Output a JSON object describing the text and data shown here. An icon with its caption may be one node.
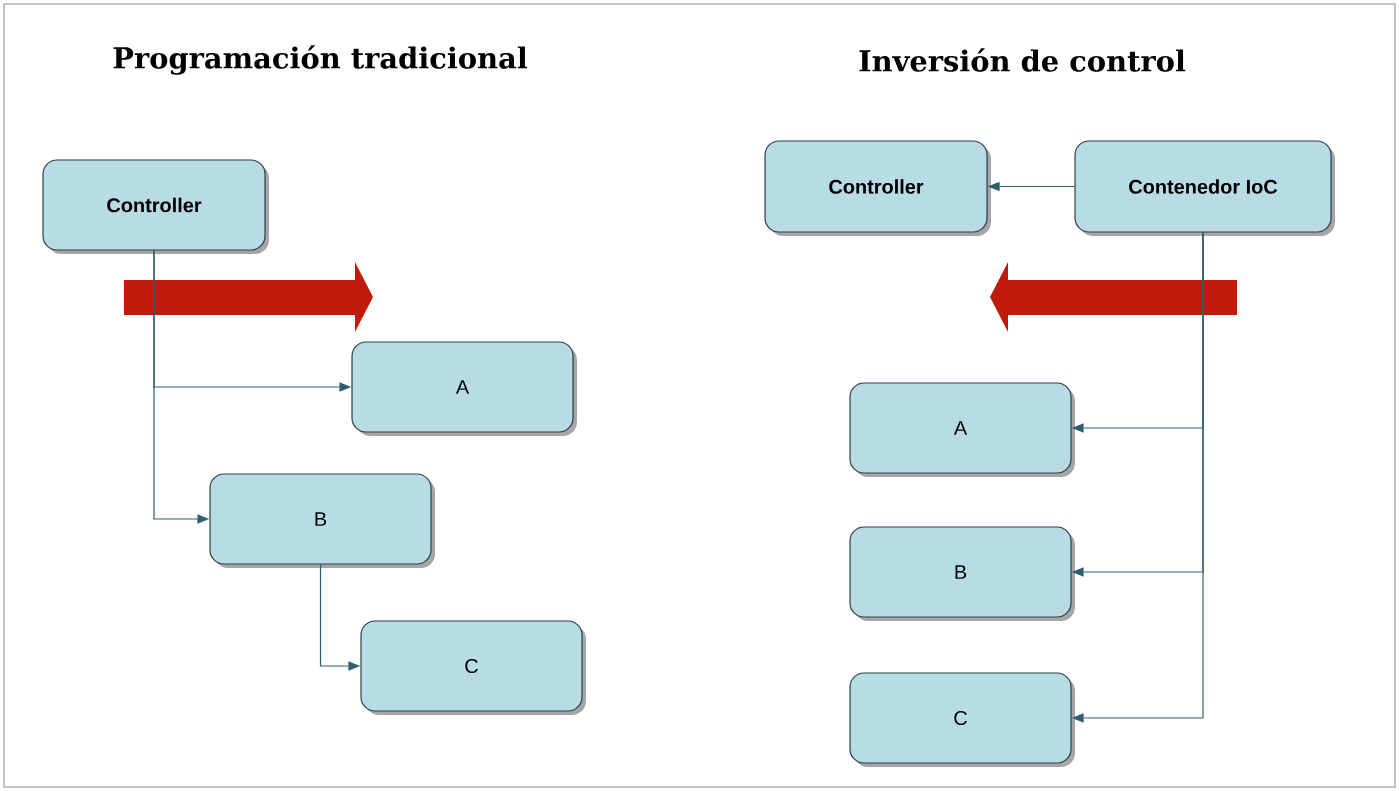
{
  "diagram": {
    "nodes": [
      {
        "text": [
          "Controller"
        ]
      },
      {
        "text": [
          "A"
        ]
      },
      {
        "text": [
          "B"
        ]
      },
      {
        "text": [
          "C"
        ]
      },
      {
        "text": [
          "Controller"
        ]
      },
      {
        "text": [
          "Contenedor IoC"
        ]
      },
      {
        "text": [
          "A"
        ]
      },
      {
        "text": [
          "B"
        ]
      },
      {
        "text": [
          "C"
        ]
      }
    ],
    "edges": [
      {
        "from": 0,
        "to": 1,
        "arrow": "to"
      },
      {
        "from": 0,
        "to": 2,
        "arrow": "to"
      },
      {
        "from": 2,
        "to": 3,
        "arrow": "to"
      },
      {
        "from": 5,
        "to": 4,
        "arrow": "to"
      },
      {
        "from": 5,
        "to": 6,
        "arrow": "to"
      },
      {
        "from": 5,
        "to": 7,
        "arrow": "to"
      },
      {
        "from": 5,
        "to": 8,
        "arrow": "to"
      }
    ],
    "labels": [
      "Programación tradicional",
      "Inversión de control"
    ]
  }
}
